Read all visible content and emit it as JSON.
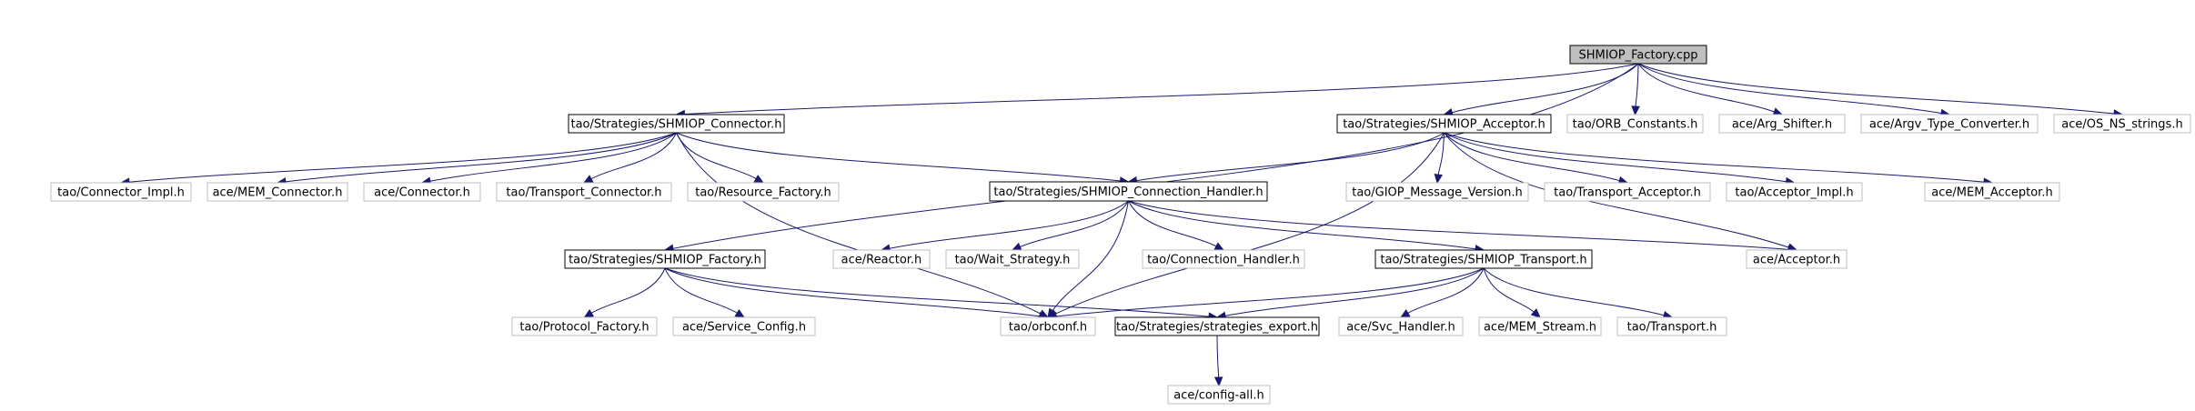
{
  "diagram": {
    "title": "",
    "colors": {
      "edge": "#191970",
      "root_fill": "#bfbfbf",
      "external_border": "#bfbfbf",
      "documented_border": "#000000"
    },
    "nodes": [
      {
        "id": "root",
        "label": "SHMIOP_Factory.cpp",
        "kind": "root"
      },
      {
        "id": "conn",
        "label": "tao/Strategies/SHMIOP_Connector.h",
        "kind": "documented"
      },
      {
        "id": "acc",
        "label": "tao/Strategies/SHMIOP_Acceptor.h",
        "kind": "documented"
      },
      {
        "id": "orbc",
        "label": "tao/ORB_Constants.h",
        "kind": "external"
      },
      {
        "id": "args",
        "label": "ace/Arg_Shifter.h",
        "kind": "external"
      },
      {
        "id": "argv",
        "label": "ace/Argv_Type_Converter.h",
        "kind": "external"
      },
      {
        "id": "osns",
        "label": "ace/OS_NS_strings.h",
        "kind": "external"
      },
      {
        "id": "cimpl",
        "label": "tao/Connector_Impl.h",
        "kind": "external"
      },
      {
        "id": "memc",
        "label": "ace/MEM_Connector.h",
        "kind": "external"
      },
      {
        "id": "acon",
        "label": "ace/Connector.h",
        "kind": "external"
      },
      {
        "id": "tcon",
        "label": "tao/Transport_Connector.h",
        "kind": "external"
      },
      {
        "id": "resf",
        "label": "tao/Resource_Factory.h",
        "kind": "external"
      },
      {
        "id": "ch",
        "label": "tao/Strategies/SHMIOP_Connection_Handler.h",
        "kind": "documented"
      },
      {
        "id": "giop",
        "label": "tao/GIOP_Message_Version.h",
        "kind": "external"
      },
      {
        "id": "tacc",
        "label": "tao/Transport_Acceptor.h",
        "kind": "external"
      },
      {
        "id": "aimpl",
        "label": "tao/Acceptor_Impl.h",
        "kind": "external"
      },
      {
        "id": "mema",
        "label": "ace/MEM_Acceptor.h",
        "kind": "external"
      },
      {
        "id": "fact",
        "label": "tao/Strategies/SHMIOP_Factory.h",
        "kind": "documented"
      },
      {
        "id": "react",
        "label": "ace/Reactor.h",
        "kind": "external"
      },
      {
        "id": "wait",
        "label": "tao/Wait_Strategy.h",
        "kind": "external"
      },
      {
        "id": "tch",
        "label": "tao/Connection_Handler.h",
        "kind": "external"
      },
      {
        "id": "trans",
        "label": "tao/Strategies/SHMIOP_Transport.h",
        "kind": "documented"
      },
      {
        "id": "aacc",
        "label": "ace/Acceptor.h",
        "kind": "external"
      },
      {
        "id": "pf",
        "label": "tao/Protocol_Factory.h",
        "kind": "external"
      },
      {
        "id": "sc",
        "label": "ace/Service_Config.h",
        "kind": "external"
      },
      {
        "id": "orbcf",
        "label": "tao/orbconf.h",
        "kind": "external"
      },
      {
        "id": "se",
        "label": "tao/Strategies/strategies_export.h",
        "kind": "documented"
      },
      {
        "id": "svch",
        "label": "ace/Svc_Handler.h",
        "kind": "external"
      },
      {
        "id": "mems",
        "label": "ace/MEM_Stream.h",
        "kind": "external"
      },
      {
        "id": "tt",
        "label": "tao/Transport.h",
        "kind": "external"
      },
      {
        "id": "cfg",
        "label": "ace/config-all.h",
        "kind": "external"
      }
    ],
    "edges": [
      [
        "root",
        "conn"
      ],
      [
        "root",
        "acc"
      ],
      [
        "root",
        "orbc"
      ],
      [
        "root",
        "args"
      ],
      [
        "root",
        "argv"
      ],
      [
        "root",
        "osns"
      ],
      [
        "root",
        "fact"
      ],
      [
        "conn",
        "cimpl"
      ],
      [
        "conn",
        "memc"
      ],
      [
        "conn",
        "acon"
      ],
      [
        "conn",
        "tcon"
      ],
      [
        "conn",
        "resf"
      ],
      [
        "conn",
        "ch"
      ],
      [
        "conn",
        "orbcf"
      ],
      [
        "acc",
        "ch"
      ],
      [
        "acc",
        "giop"
      ],
      [
        "acc",
        "tacc"
      ],
      [
        "acc",
        "aimpl"
      ],
      [
        "acc",
        "mema"
      ],
      [
        "acc",
        "aacc"
      ],
      [
        "acc",
        "orbcf"
      ],
      [
        "ch",
        "react"
      ],
      [
        "ch",
        "wait"
      ],
      [
        "ch",
        "tch"
      ],
      [
        "ch",
        "trans"
      ],
      [
        "ch",
        "aacc"
      ],
      [
        "ch",
        "orbcf"
      ],
      [
        "fact",
        "pf"
      ],
      [
        "fact",
        "sc"
      ],
      [
        "fact",
        "orbcf"
      ],
      [
        "fact",
        "se"
      ],
      [
        "trans",
        "orbcf"
      ],
      [
        "trans",
        "se"
      ],
      [
        "trans",
        "svch"
      ],
      [
        "trans",
        "mems"
      ],
      [
        "trans",
        "tt"
      ],
      [
        "se",
        "cfg"
      ]
    ]
  }
}
